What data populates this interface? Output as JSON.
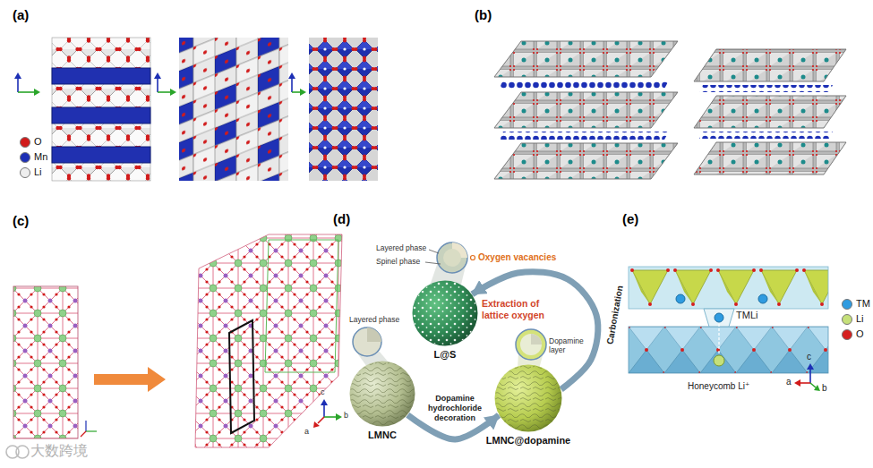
{
  "diagram": {
    "nodes": [
      {
        "text": [
          "L@S"
        ]
      },
      {
        "text": [
          "LMNC"
        ]
      },
      {
        "text": [
          "LMNC@dopamine"
        ]
      }
    ],
    "edges": [
      {
        "from": 1,
        "to": 2,
        "arrow": "to",
        "label": "Dopamine hydrochloride decoration"
      },
      {
        "from": 2,
        "to": 0,
        "arrow": "to",
        "label": "Carbonization"
      }
    ],
    "labels": [
      "(a)",
      "(b)",
      "(c)",
      "(d)",
      "(e)",
      "c",
      "b",
      "a",
      "Layered phase",
      "Spinel phase",
      "Oxygen vacancies",
      "Extraction of lattice oxygen",
      "Layered phase",
      "Dopamine layer",
      "TMLi",
      "Honeycomb Li⁺",
      "c",
      "a",
      "b",
      "大数跨境"
    ],
    "legend": [
      {
        "text": "O",
        "color": "#d11a1a"
      },
      {
        "text": "Mn",
        "color": "#1c2fb5"
      },
      {
        "text": "Li",
        "color": "#eeeeee"
      },
      {
        "text": "TM",
        "color": "#2f9be0"
      },
      {
        "text": "Li",
        "color": "#c5e07a"
      },
      {
        "text": "O",
        "color": "#d61f1f"
      }
    ]
  }
}
